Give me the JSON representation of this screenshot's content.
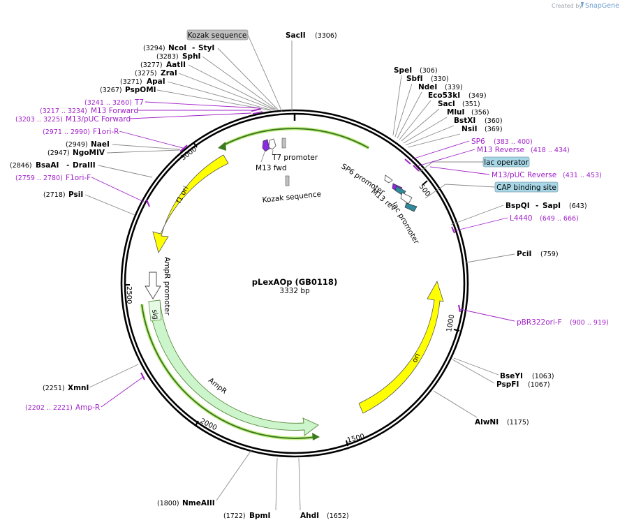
{
  "credit": {
    "prefix": "Created by",
    "brand": "SnapGene"
  },
  "plasmid": {
    "name": "pLexAOp (GB0118)",
    "length_label": "3332 bp"
  },
  "ticks": [
    {
      "label": "500",
      "pos": 500
    },
    {
      "label": "1000",
      "pos": 1000
    },
    {
      "label": "1500",
      "pos": 1500
    },
    {
      "label": "2000",
      "pos": 2000
    },
    {
      "label": "2500",
      "pos": 2500
    },
    {
      "label": "3000",
      "pos": 3000
    }
  ],
  "enzymes": [
    {
      "name": "SacII",
      "pos": "(3306)"
    },
    {
      "name": "NcoI",
      "name2": "StyI",
      "pos": "(3294)"
    },
    {
      "name": "SphI",
      "pos": "(3283)"
    },
    {
      "name": "AatII",
      "pos": "(3277)"
    },
    {
      "name": "ZraI",
      "pos": "(3275)"
    },
    {
      "name": "ApaI",
      "pos": "(3271)"
    },
    {
      "name": "PspOMI",
      "pos": "(3267)"
    },
    {
      "name": "NaeI",
      "pos": "(2949)"
    },
    {
      "name": "NgoMIV",
      "pos": "(2947)"
    },
    {
      "name": "BsaAI",
      "name2": "DraIII",
      "pos": "(2846)"
    },
    {
      "name": "PsiI",
      "pos": "(2718)"
    },
    {
      "name": "XmnI",
      "pos": "(2251)"
    },
    {
      "name": "NmeAIII",
      "pos": "(1800)"
    },
    {
      "name": "BpmI",
      "pos": "(1722)"
    },
    {
      "name": "AhdI",
      "pos": "(1652)"
    },
    {
      "name": "AlwNI",
      "pos": "(1175)"
    },
    {
      "name": "BseYI",
      "pos": "(1063)"
    },
    {
      "name": "PspFI",
      "pos": "(1067)"
    },
    {
      "name": "PciI",
      "pos": "(759)"
    },
    {
      "name": "BspQI",
      "name2": "SapI",
      "pos": "(643)"
    },
    {
      "name": "SpeI",
      "pos": "(306)"
    },
    {
      "name": "SbfI",
      "pos": "(330)"
    },
    {
      "name": "NdeI",
      "pos": "(339)"
    },
    {
      "name": "Eco53kI",
      "pos": "(349)"
    },
    {
      "name": "SacI",
      "pos": "(351)"
    },
    {
      "name": "MluI",
      "pos": "(356)"
    },
    {
      "name": "BstXI",
      "pos": "(360)"
    },
    {
      "name": "NsiI",
      "pos": "(369)"
    }
  ],
  "primers": [
    {
      "name": "T7",
      "pos": "(3241 .. 3260)"
    },
    {
      "name": "M13 Forward",
      "pos": "(3217 .. 3234)"
    },
    {
      "name": "M13/pUC Forward",
      "pos": "(3203 .. 3225)"
    },
    {
      "name": "F1ori-R",
      "pos": "(2971 .. 2990)"
    },
    {
      "name": "F1ori-F",
      "pos": "(2759 .. 2780)"
    },
    {
      "name": "Amp-R",
      "pos": "(2202 .. 2221)"
    },
    {
      "name": "pBR322ori-F",
      "pos": "(900 .. 919)"
    },
    {
      "name": "L4440",
      "pos": "(649 .. 666)"
    },
    {
      "name": "M13/pUC Reverse",
      "pos": "(431 .. 453)"
    },
    {
      "name": "M13 Reverse",
      "pos": "(418 .. 434)"
    },
    {
      "name": "SP6",
      "pos": "(383 .. 400)"
    }
  ],
  "boxed_features": [
    {
      "name": "Kozak sequence"
    },
    {
      "name": "lac operator"
    },
    {
      "name": "CAP binding site"
    }
  ],
  "feature_labels": {
    "t7_promoter": "T7 promoter",
    "m13_fwd": "M13 fwd",
    "kozak_inner": "Kozak sequence",
    "sp6_promoter": "SP6 promoter",
    "m13_rev": "M13 rev",
    "lac_promoter": "lac promoter",
    "f1_ori": "f1 ori",
    "ampr_promoter": "AmpR promoter",
    "ampr": "AmpR",
    "signal": "sig",
    "ori": "ori"
  },
  "colors": {
    "f1_ori": "#ffff00",
    "ori": "#ffff00",
    "ampr": "#ccf5cc",
    "ampr_outline": "#5a8a3a",
    "ampr_halo": "#c8f08c",
    "lac_operator_box": "#a8d8e8",
    "cap_box": "#a8d8e8",
    "kozak_box": "#c0c0c0",
    "primer": "#a020c8",
    "promoter_purple": "#8a2be2",
    "lac_teal": "#2f8a9e"
  }
}
